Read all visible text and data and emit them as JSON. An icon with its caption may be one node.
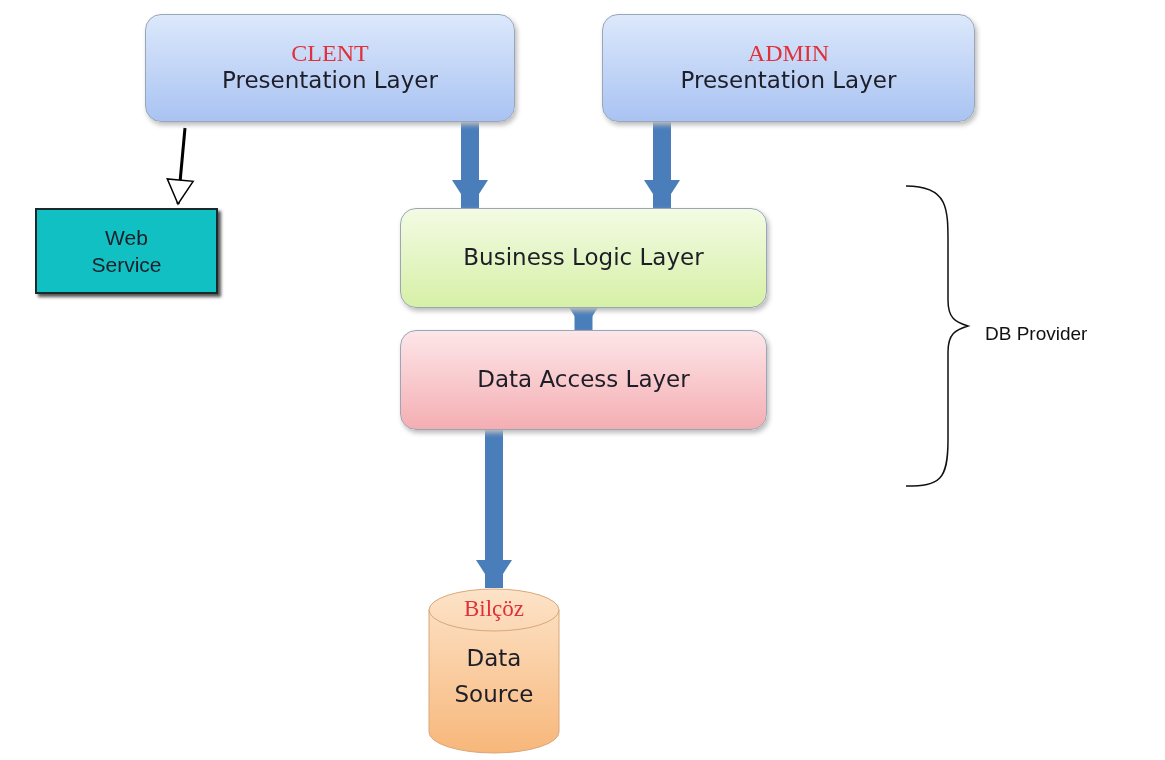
{
  "diagram": {
    "nodes": [
      {
        "text": [
          "CLENT",
          "Presentation Layer"
        ]
      },
      {
        "text": [
          "ADMIN",
          "Presentation Layer"
        ]
      },
      {
        "text": [
          "Web Service"
        ]
      },
      {
        "text": [
          "Business Logic Layer"
        ]
      },
      {
        "text": [
          "Data Access Layer"
        ]
      },
      {
        "text": [
          "Bilçöz",
          "Data Source"
        ]
      }
    ],
    "edges": [
      {
        "from": 0,
        "to": 2,
        "arrow": "to",
        "color": "#000000"
      },
      {
        "from": 0,
        "to": 3,
        "arrow": "to"
      },
      {
        "from": 1,
        "to": 3,
        "arrow": "to"
      },
      {
        "from": 3,
        "to": 4,
        "arrow": "to"
      },
      {
        "from": 4,
        "to": 5,
        "arrow": "to"
      }
    ],
    "labels": [
      "DB Provider"
    ]
  }
}
